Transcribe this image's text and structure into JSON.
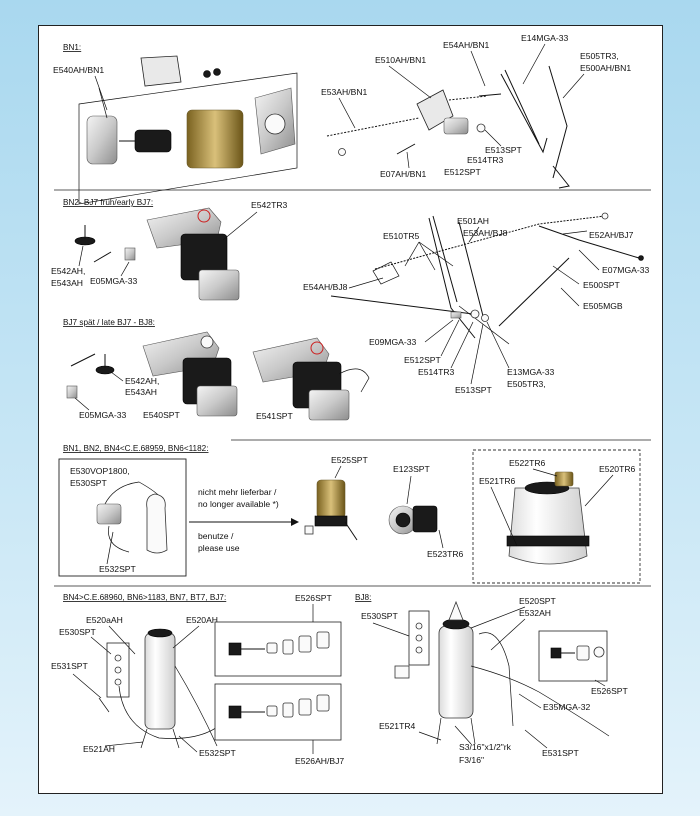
{
  "sections": {
    "bn1": {
      "heading": "BN1:"
    },
    "bn2": {
      "heading": "BN2- BJ7 früh/early BJ7:"
    },
    "bj7late": {
      "heading": "BJ7 spät / late BJ7 - BJ8:"
    },
    "washer_early": {
      "heading": "BN1, BN2, BN4<C.E.68959, BN6<1182:"
    },
    "washer_bn4": {
      "heading": "BN4>C.E.68960, BN6>1183, BN7, BT7, BJ7:"
    },
    "washer_bj8": {
      "heading": "BJ8:"
    }
  },
  "labels": {
    "E540AH_BN1": "E540AH/BN1",
    "E510AH_BN1": "E510AH/BN1",
    "E54AH_BN1": "E54AH/BN1",
    "E14MGA33": "E14MGA-33",
    "E505TR3_1": "E505TR3,",
    "E500AH_BN1": "E500AH/BN1",
    "E53AH_BN1": "E53AH/BN1",
    "E513SPT_1": "E513SPT",
    "E514TR3_1": "E514TR3",
    "E512SPT_1": "E512SPT",
    "E07AH_BN1": "E07AH/BN1",
    "E542TR3": "E542TR3",
    "E501AH": "E501AH",
    "E510TR5": "E510TR5",
    "E53AH_BJ8": "E53AH/BJ8",
    "E52AH_BJ7": "E52AH/BJ7",
    "E07MGA33": "E07MGA-33",
    "E500SPT": "E500SPT",
    "E54AH_BJ8": "E54AH/BJ8",
    "E505MGB": "E505MGB",
    "E542AH_1": "E542AH,",
    "E543AH_1": "E543AH",
    "E05MGA33_1": "E05MGA-33",
    "E09MGA33": "E09MGA-33",
    "E512SPT_2": "E512SPT",
    "E514TR3_2": "E514TR3",
    "E513SPT_2": "E513SPT",
    "E13MGA33": "E13MGA-33",
    "E505TR3_2": "E505TR3,",
    "E542AH_2": "E542AH,",
    "E543AH_2": "E543AH",
    "E05MGA33_2": "E05MGA-33",
    "E540SPT": "E540SPT",
    "E541SPT": "E541SPT",
    "E530VOP1800": "E530VOP1800,",
    "E530SPT_1": "E530SPT",
    "E532SPT_1": "E532SPT",
    "no_longer_de": "nicht mehr lieferbar /",
    "no_longer_en": "no longer available *)",
    "use_de": "benutze /",
    "use_en": "please use",
    "E525SPT": "E525SPT",
    "E123SPT": "E123SPT",
    "E523TR6": "E523TR6",
    "E522TR6": "E522TR6",
    "E520TR6": "E520TR6",
    "E521TR6": "E521TR6",
    "E526SPT_1": "E526SPT",
    "E520aAH": "E520aAH",
    "E530SPT_2": "E530SPT",
    "E520AH": "E520AH",
    "E531SPT_1": "E531SPT",
    "E521AH": "E521AH",
    "E532SPT_2": "E532SPT",
    "E526AH_BJ7": "E526AH/BJ7",
    "E530SPT_3": "E530SPT",
    "E520SPT": "E520SPT",
    "E532AH": "E532AH",
    "E526SPT_2": "E526SPT",
    "E35MGA32": "E35MGA-32",
    "E521TR4": "E521TR4",
    "S3_16": "S3/16\"x1/2\"rk",
    "F3_16": "F3/16\"",
    "E531SPT_2": "E531SPT"
  }
}
